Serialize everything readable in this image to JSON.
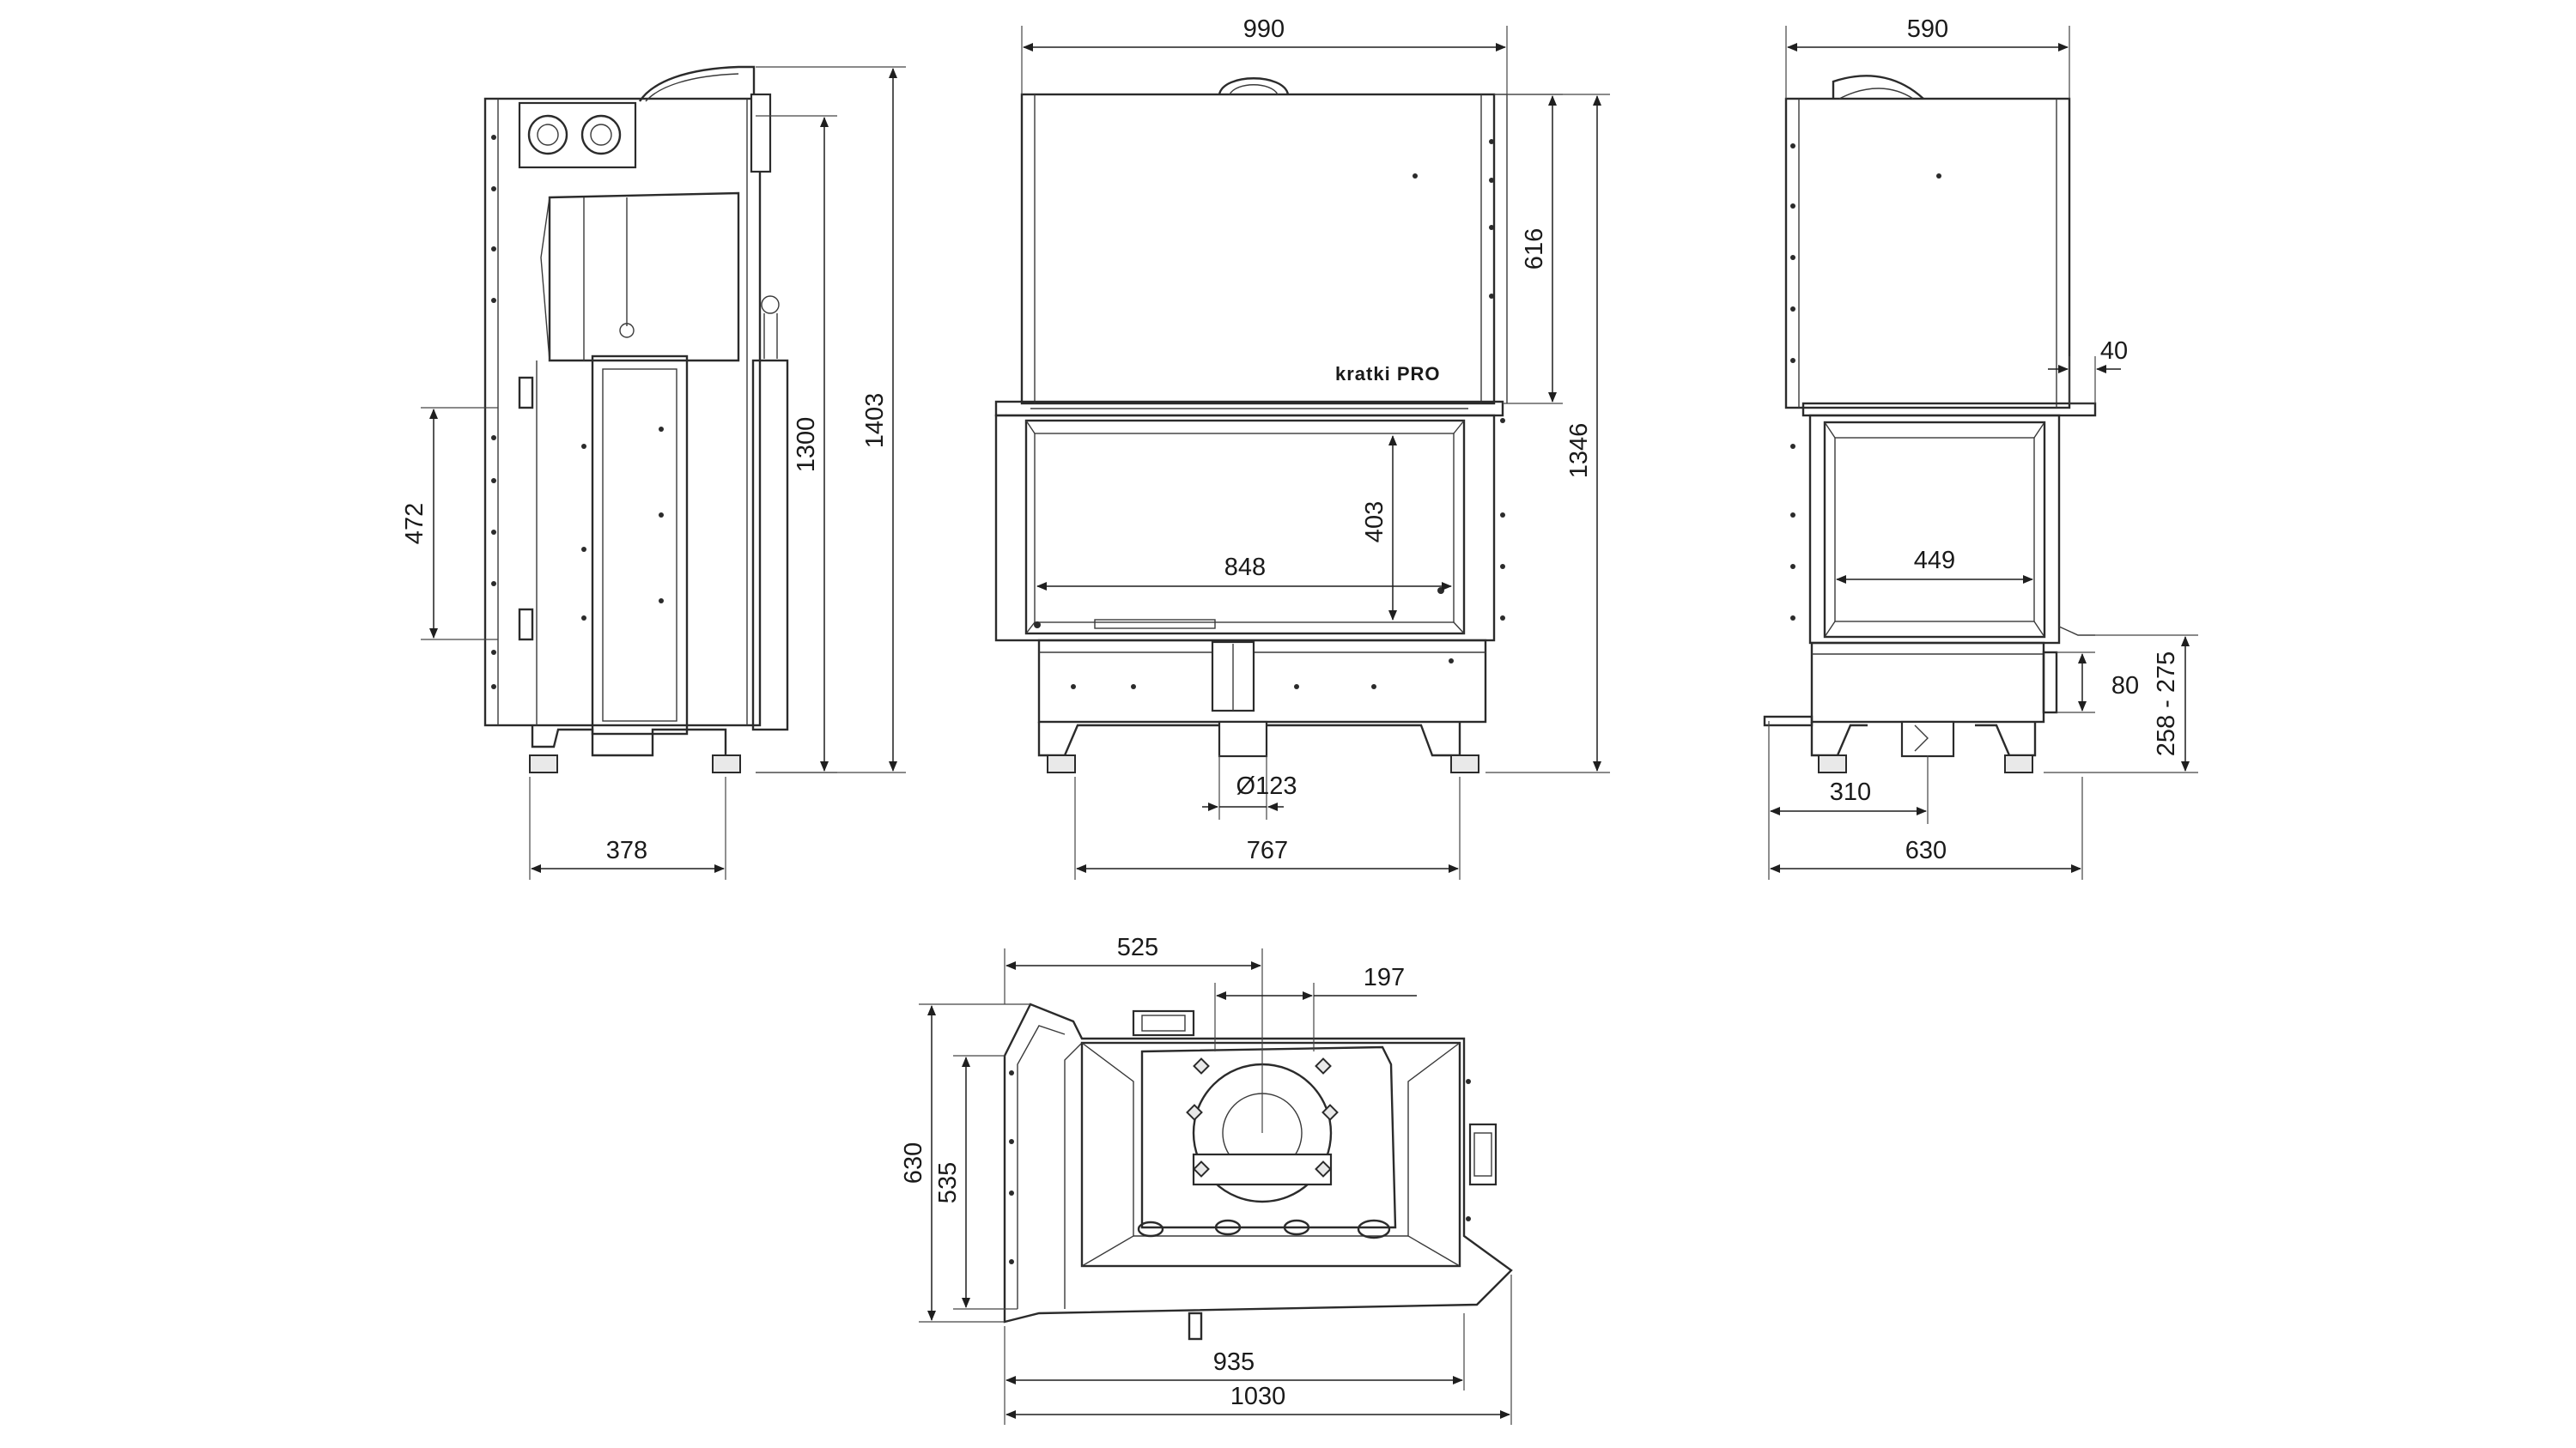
{
  "drawing": {
    "brand_text": "kratki PRO",
    "views": {
      "side": {
        "dims": {
          "width_bottom": "378",
          "height_total_outer": "1403",
          "height_body": "1300",
          "door_height": "472"
        }
      },
      "front": {
        "dims": {
          "width_top": "990",
          "height_upper": "616",
          "height_total": "1346",
          "glass_height": "403",
          "glass_width": "848",
          "outlet_diameter": "Ø123",
          "feet_span": "767"
        }
      },
      "right": {
        "dims": {
          "width_top": "590",
          "offset_40": "40",
          "glass_width": "449",
          "inlet_80": "80",
          "inlet_range": "258 - 275",
          "inlet_offset": "310",
          "width_bottom": "630"
        }
      },
      "top": {
        "dims": {
          "top_525": "525",
          "top_197": "197",
          "depth_630": "630",
          "depth_535": "535",
          "width_935": "935",
          "width_1030": "1030"
        }
      }
    }
  }
}
